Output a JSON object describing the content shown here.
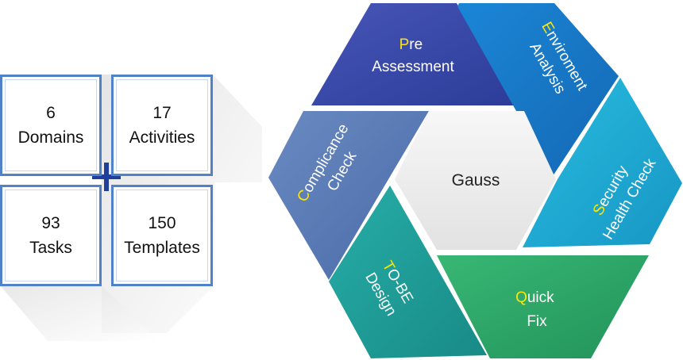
{
  "stats": [
    {
      "number": "6",
      "label": "Domains"
    },
    {
      "number": "17",
      "label": "Activities"
    },
    {
      "number": "93",
      "label": "Tasks"
    },
    {
      "number": "150",
      "label": "Templates"
    }
  ],
  "center": "Gauss",
  "segments": {
    "pre_assessment": {
      "initial": "P",
      "line1_rest": "re",
      "line2": "Assessment",
      "color": "#3a4da8"
    },
    "environment_analysis": {
      "initial": "E",
      "line1_rest": "nviroment",
      "line2": "Analysis",
      "color": "#1778c8"
    },
    "security_health_check": {
      "initial": "S",
      "line1_rest": "ecurity",
      "line2": "Health Check",
      "color": "#1da8d0"
    },
    "quick_fix": {
      "initial": "Q",
      "line1_rest": "uick",
      "line2": "Fix",
      "color": "#2ea86a"
    },
    "to_be_design": {
      "initial": "T",
      "line1_rest": "O-BE",
      "line2": "Design",
      "color": "#1f9f9a"
    },
    "compliance_check": {
      "initial": "C",
      "line1_rest": "omplicance",
      "line2": "Check",
      "color": "#5679b5"
    }
  },
  "highlight_color": "#ffe600",
  "box_border_color": "#4f82c8"
}
